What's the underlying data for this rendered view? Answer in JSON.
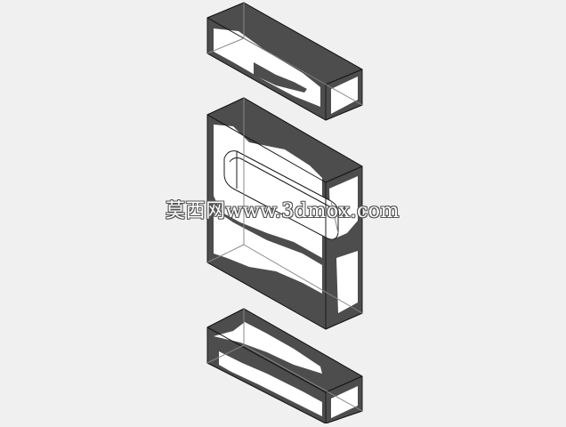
{
  "watermark": {
    "text": "莫西网www.3dmox.com"
  },
  "colors": {
    "background": "#f0f0f0",
    "dark_face": "#4d4d4d",
    "light_face": "#ffffff",
    "edge": "#1a1a1a"
  },
  "parts": [
    {
      "id": "top-block"
    },
    {
      "id": "middle-block"
    },
    {
      "id": "bottom-block"
    }
  ]
}
